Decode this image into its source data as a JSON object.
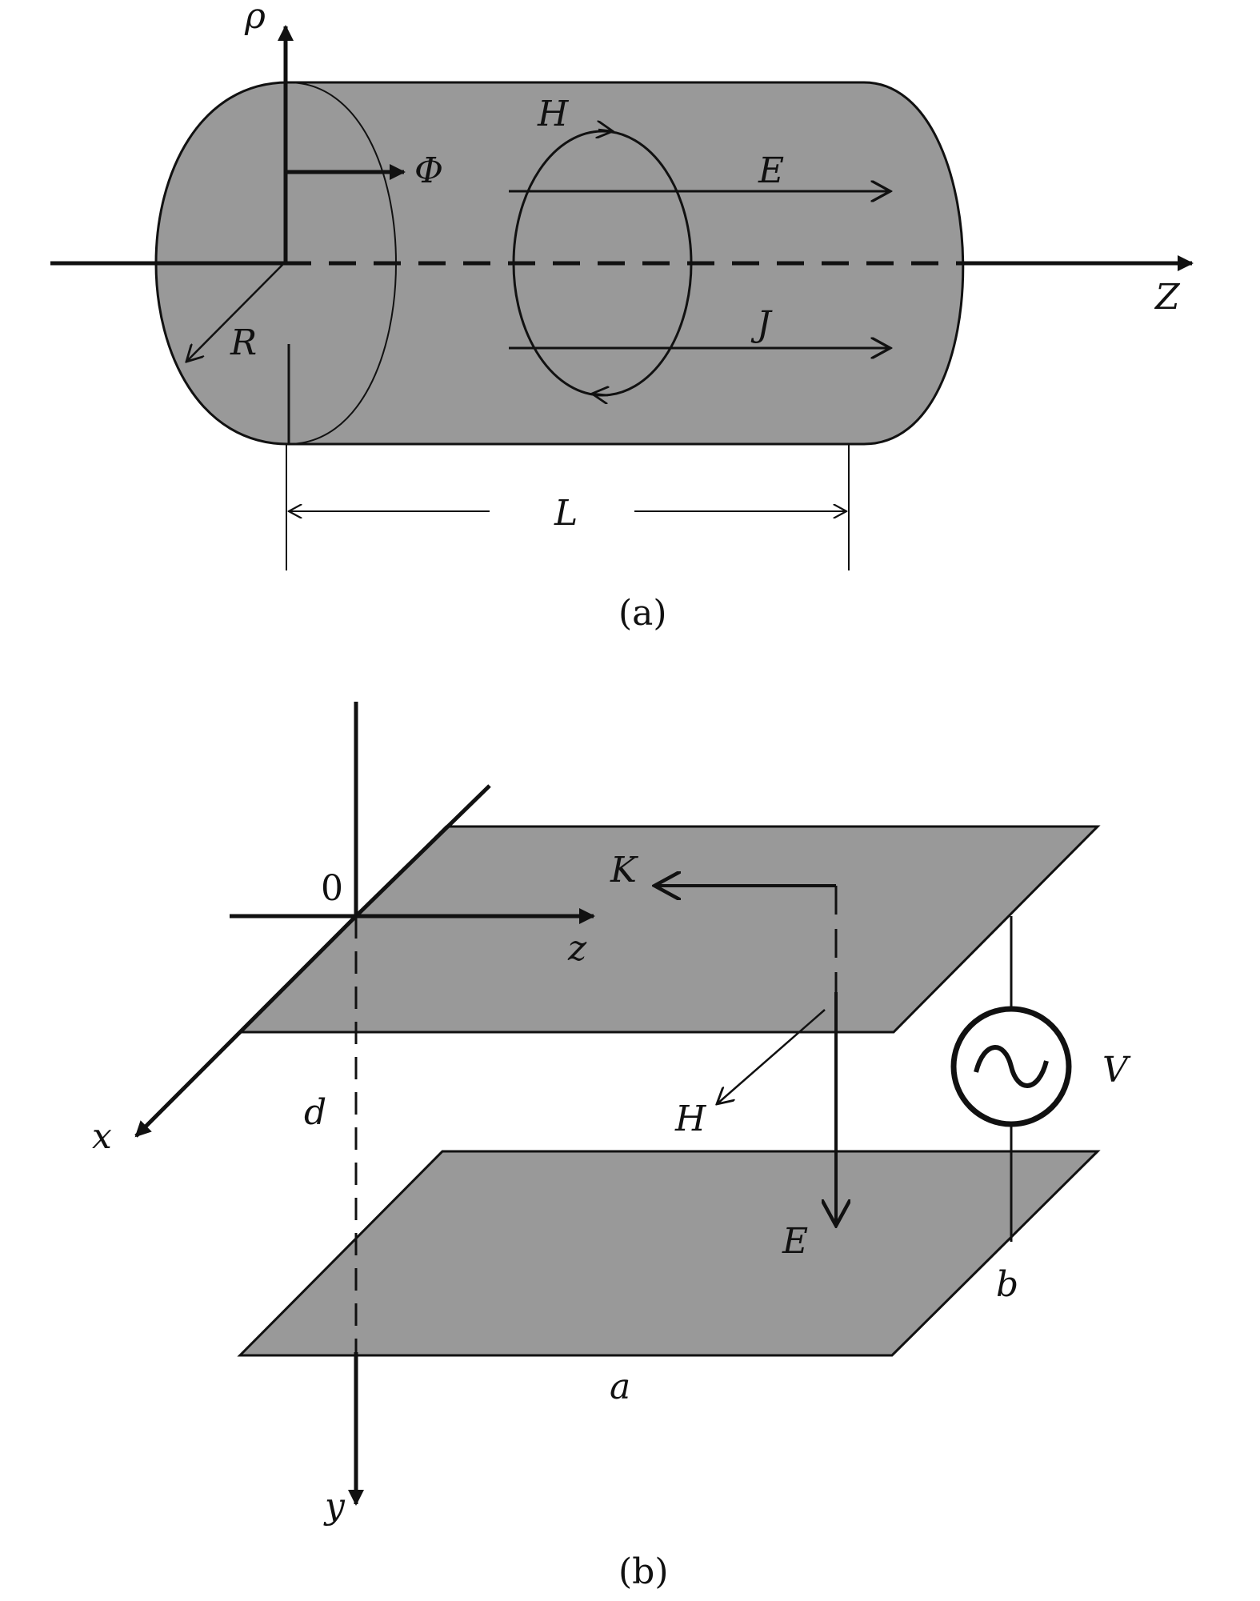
{
  "colors": {
    "fill": "#999999",
    "line": "#111111",
    "background": "#ffffff"
  },
  "panel_a": {
    "caption": "(a)",
    "labels": {
      "rho": "ρ",
      "phi": "Φ",
      "h": "H",
      "e": "E",
      "z": "Z",
      "r": "R",
      "j": "J",
      "l": "L"
    }
  },
  "panel_b": {
    "caption": "(b)",
    "labels": {
      "origin": "0",
      "k": "K",
      "z": "z",
      "x": "x",
      "d": "d",
      "h": "H",
      "v": "V",
      "e": "E",
      "b": "b",
      "a": "a",
      "y": "y"
    },
    "source_icon": "ac-source-icon"
  }
}
